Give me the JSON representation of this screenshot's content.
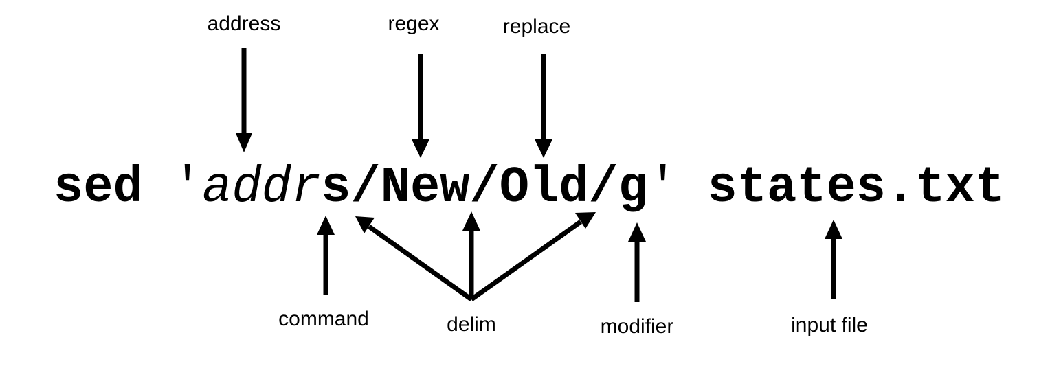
{
  "command_line": {
    "program": "sed",
    "space1": " ",
    "quote_open": "'",
    "address": "addr",
    "command": "s",
    "delim1": "/",
    "regex": "New",
    "delim2": "/",
    "replacement": "Old",
    "delim3": "/",
    "modifier": "g",
    "quote_close": "'",
    "space2": " ",
    "input_file": "states.txt"
  },
  "labels": {
    "address": "address",
    "regex": "regex",
    "replace": "replace",
    "command": "command",
    "delim": "delim",
    "modifier": "modifier",
    "input_file": "input file"
  }
}
